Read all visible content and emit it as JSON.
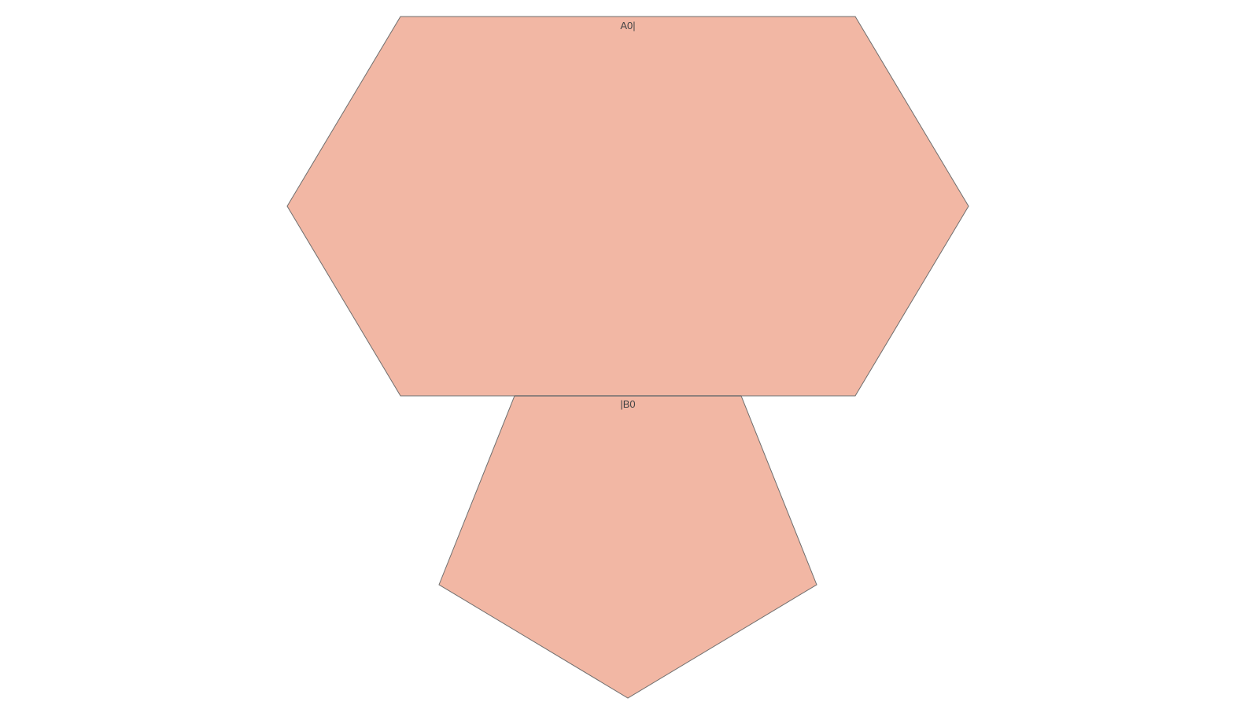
{
  "diagram": {
    "faces": [
      {
        "id": "A0",
        "shape": "hexagon",
        "label": "A0|"
      },
      {
        "id": "B0",
        "shape": "pentagon",
        "label": "|B0"
      }
    ],
    "colors": {
      "face_fill": "#f2b7a4",
      "face_stroke": "#6f6f6f",
      "label_text": "#444444",
      "background": "#ffffff"
    }
  }
}
